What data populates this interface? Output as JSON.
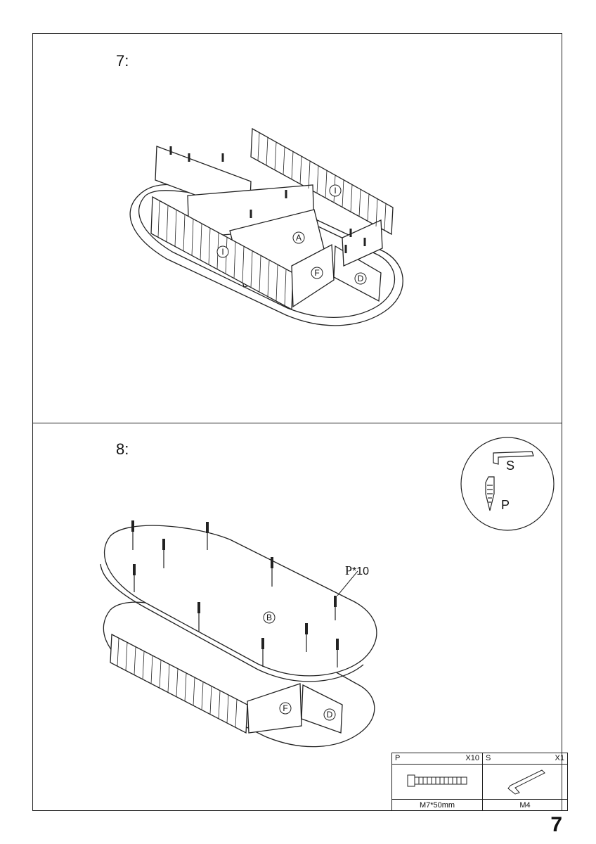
{
  "steps": [
    {
      "number": "7:",
      "part_labels": {
        "i_front": "I",
        "i_back": "I",
        "a": "A",
        "f": "F",
        "d": "D"
      }
    },
    {
      "number": "8:",
      "part_labels": {
        "b": "B",
        "f": "F",
        "d": "D"
      }
    }
  ],
  "callout": {
    "label": "P",
    "multiplier": "*10"
  },
  "detail_circle": {
    "tool_label": "S",
    "screw_label": "P"
  },
  "parts_table": {
    "p": {
      "letter": "P",
      "qty": "X10",
      "spec": "M7*50mm",
      "icon": "bolt-icon"
    },
    "s": {
      "letter": "S",
      "qty": "X1",
      "spec": "M4",
      "icon": "allen-key-icon"
    }
  },
  "page_number": "7"
}
